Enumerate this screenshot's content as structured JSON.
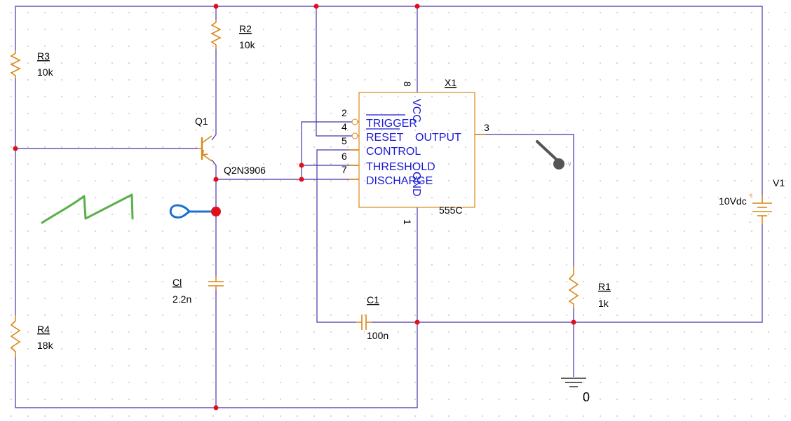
{
  "components": {
    "r2": {
      "ref": "R2",
      "value": "10k"
    },
    "r3": {
      "ref": "R3",
      "value": "10k"
    },
    "r4": {
      "ref": "R4",
      "value": "18k"
    },
    "r1": {
      "ref": "R1",
      "value": "1k"
    },
    "q1": {
      "ref": "Q1",
      "model": "Q2N3906"
    },
    "cl": {
      "ref": "Cl",
      "value": "2.2n"
    },
    "c1": {
      "ref": "C1",
      "value": "100n"
    },
    "x1": {
      "ref": "X1",
      "model": "555C",
      "pin_labels": [
        "TRIGGER",
        "RESET",
        "OUTPUT",
        "CONTROL",
        "THRESHOLD",
        "DISCHARGE",
        "VCC",
        "GND"
      ],
      "pin_numbers": [
        "2",
        "4",
        "5",
        "6",
        "7",
        "3",
        "8",
        "1"
      ]
    },
    "v1": {
      "ref": "V1",
      "value": "10Vdc",
      "plus": "+",
      "minus": "-"
    },
    "ground": {
      "label": "0"
    }
  },
  "colors": {
    "wire": "#4b32a8",
    "part": "#d7891a",
    "ic_text": "#1a1ad6",
    "junction": "#e0101a",
    "sawtooth_sketch": "#5bb04b",
    "probe_sketch": "#1f6fd1",
    "voltage_probe": "#555555"
  },
  "annotations": {
    "sawtooth": "hand-drawn green sawtooth waveform",
    "probe_marker": "hand-drawn blue probe marker on capacitor node"
  }
}
